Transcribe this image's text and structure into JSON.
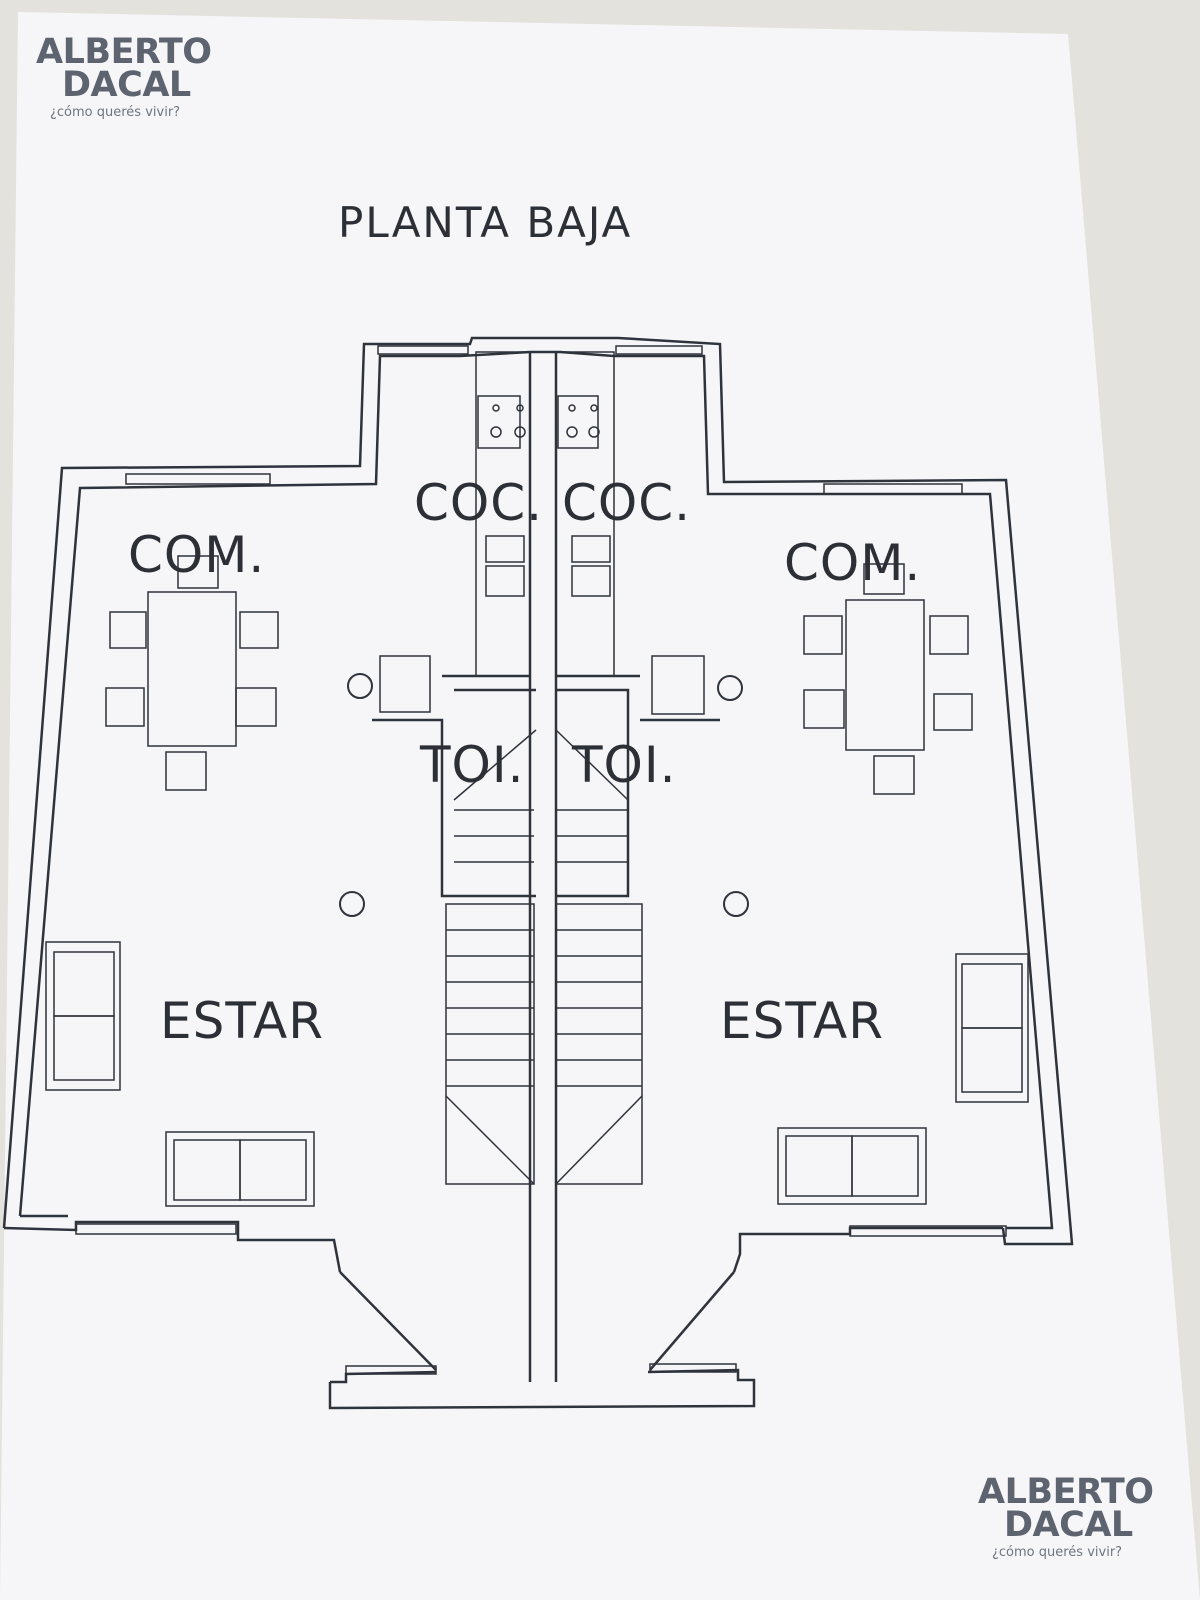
{
  "title": "PLANTA BAJA",
  "brand": {
    "line1": "ALBERTO",
    "line2": "DACAL",
    "tagline": "¿cómo querés vivir?"
  },
  "rooms": {
    "coc_left": "COC.",
    "coc_right": "COC.",
    "com_left": "COM.",
    "com_right": "COM.",
    "toi_left": "TOI.",
    "toi_right": "TOI.",
    "estar_left": "ESTAR",
    "estar_right": "ESTAR"
  },
  "colors": {
    "paper": "#f6f6f8",
    "line": "#2f333b",
    "brand": "#5d6470",
    "background": "#e4e2dd"
  }
}
